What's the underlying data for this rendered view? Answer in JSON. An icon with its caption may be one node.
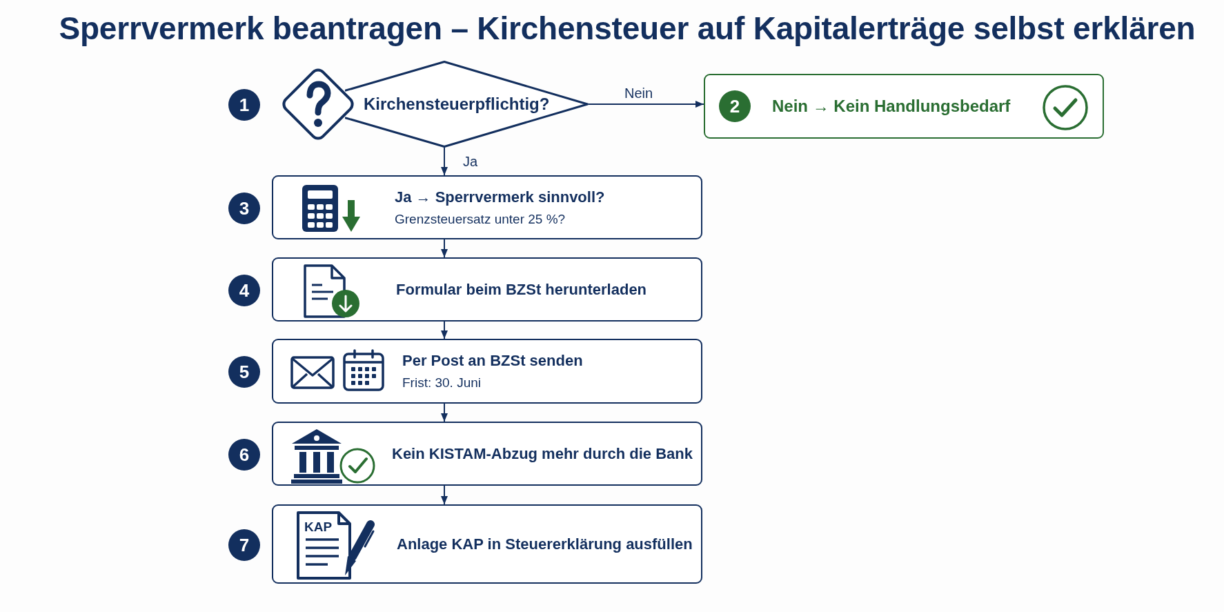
{
  "diagram": {
    "title": "Sperrvermerk beantragen – Kirchensteuer auf Kapitalerträge selbst erklären",
    "nodes": [
      {
        "text": [
          "Kirchensteuerpflichtig?"
        ],
        "beside": [
          "1"
        ]
      },
      {
        "text": [
          "2",
          "Nein → Kein Handlungsbedarf"
        ]
      },
      {
        "text": [
          "Ja → Sperrvermerk sinnvoll?",
          "Grenzsteuersatz unter 25 %?"
        ],
        "beside": [
          "3"
        ]
      },
      {
        "text": [
          "Formular beim BZSt herunterladen"
        ],
        "beside": [
          "4"
        ]
      },
      {
        "text": [
          "Per Post an BZSt senden",
          "Frist: 30. Juni"
        ],
        "beside": [
          "5"
        ]
      },
      {
        "text": [
          "Kein KISTAM-Abzug mehr durch die Bank"
        ],
        "beside": [
          "6"
        ]
      },
      {
        "text": [
          "Anlage KAP in Steuererklärung ausfüllen"
        ],
        "beside": [
          "7"
        ]
      }
    ],
    "edges": [
      {
        "from": 0,
        "to": 1,
        "arrow": "to",
        "label": "Nein"
      },
      {
        "from": 0,
        "to": 2,
        "arrow": "to",
        "label": "Ja"
      },
      {
        "from": 2,
        "to": 3,
        "arrow": "to"
      },
      {
        "from": 3,
        "to": 4,
        "arrow": "to"
      },
      {
        "from": 4,
        "to": 5,
        "arrow": "to"
      },
      {
        "from": 5,
        "to": 6,
        "arrow": "to"
      }
    ],
    "labels": [
      "KAP"
    ]
  }
}
